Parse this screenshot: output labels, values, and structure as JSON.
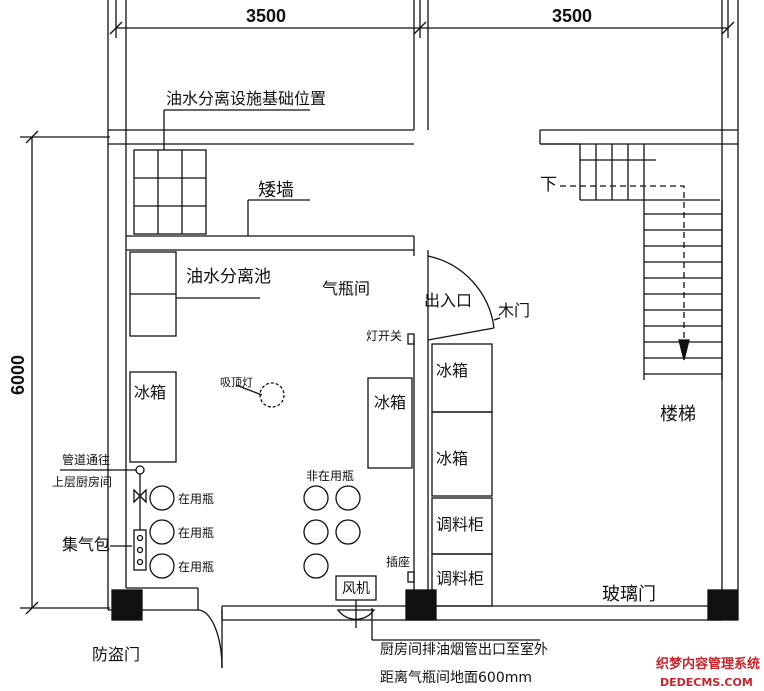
{
  "dimensions": {
    "left_width": "3500",
    "right_width": "3500",
    "height": "6000"
  },
  "labels": {
    "oil_water_foundation": "油水分离设施基础位置",
    "low_wall": "矮墙",
    "oil_water_tank": "油水分离池",
    "gas_room": "气瓶间",
    "entrance": "出入口",
    "wooden_door": "木门",
    "light_switch": "灯开关",
    "fridge_left": "冰箱",
    "ceiling_light": "吸顶灯",
    "fridge_center": "冰箱",
    "fridge_right_1": "冰箱",
    "fridge_right_2": "冰箱",
    "stairs_down": "下",
    "stairs": "楼梯",
    "pipe_note_line1": "管道通往",
    "pipe_note_line2": "上层厨房间",
    "gas_manifold": "集气包",
    "cylinder_in_use_1": "在用瓶",
    "cylinder_in_use_2": "在用瓶",
    "cylinder_in_use_3": "在用瓶",
    "cylinders_idle": "非在用瓶",
    "spice_cabinet_1": "调料柜",
    "spice_cabinet_2": "调料柜",
    "socket": "插座",
    "fan": "风机",
    "glass_door": "玻璃门",
    "anti_theft_door": "防盗门",
    "exhaust_note_line1": "厨房间排油烟管出口至室外",
    "exhaust_note_line2": "距离气瓶间地面600mm"
  },
  "watermark": {
    "line1": "织梦内容管理系统",
    "line2": "DEDECMS.COM",
    "color": "#c8242b"
  }
}
